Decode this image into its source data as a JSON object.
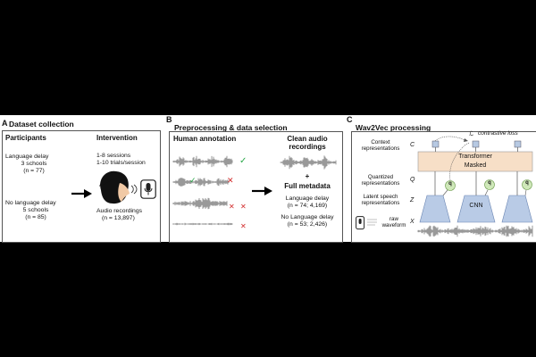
{
  "panel_a": {
    "letter": "A",
    "title": "Dataset collection",
    "participants": {
      "heading": "Participants",
      "language_delay": {
        "label": "Language delay",
        "schools": "3 schools",
        "n": "(n = 77)"
      },
      "no_language_delay": {
        "label": "No language delay",
        "schools": "5 schools",
        "n": "(n = 85)"
      }
    },
    "intervention": {
      "heading": "Intervention",
      "sessions": "1-8 sessions",
      "trials": "1-10 trials/session",
      "recordings_label": "Audio recordings",
      "recordings_n": "(n = 13,897)"
    },
    "icons": {
      "child": "child-head-icon",
      "mic": "microphone-icon"
    }
  },
  "panel_b": {
    "letter": "B",
    "title": "Preprocessing & data selection",
    "human_annotation": "Human annotation",
    "clean_audio": "Clean audio recordings",
    "plus": "+",
    "full_metadata": "Full metadata",
    "language_delay": "Language delay",
    "language_delay_n": "(n = 74; 4,169)",
    "no_language_delay": "No Language delay",
    "no_language_delay_n": "(n = 53; 2,426)",
    "colors": {
      "check": "#2aa84a",
      "cross": "#d22a2a"
    }
  },
  "panel_c": {
    "letter": "C",
    "title": "Wav2Vec processing",
    "rows": {
      "context": "Context representations",
      "context_sym": "C",
      "quantized": "Quantized representations",
      "quantized_sym": "Q",
      "latent": "Latent speech representations",
      "latent_sym": "Z",
      "raw": "raw waveform",
      "raw_sym": "X"
    },
    "loss_sym": "ℒ",
    "contrastive_loss": "contrastive loss",
    "transformer": "Transformer",
    "masked": "Masked",
    "cnn": "CNN",
    "q_label": "q",
    "colors": {
      "transformer_bg": "#f7dfc7",
      "cnn_bg": "#b9cbe6",
      "q_bg": "#cfe8b9",
      "ctx_sq": "#b7c9e2"
    }
  }
}
